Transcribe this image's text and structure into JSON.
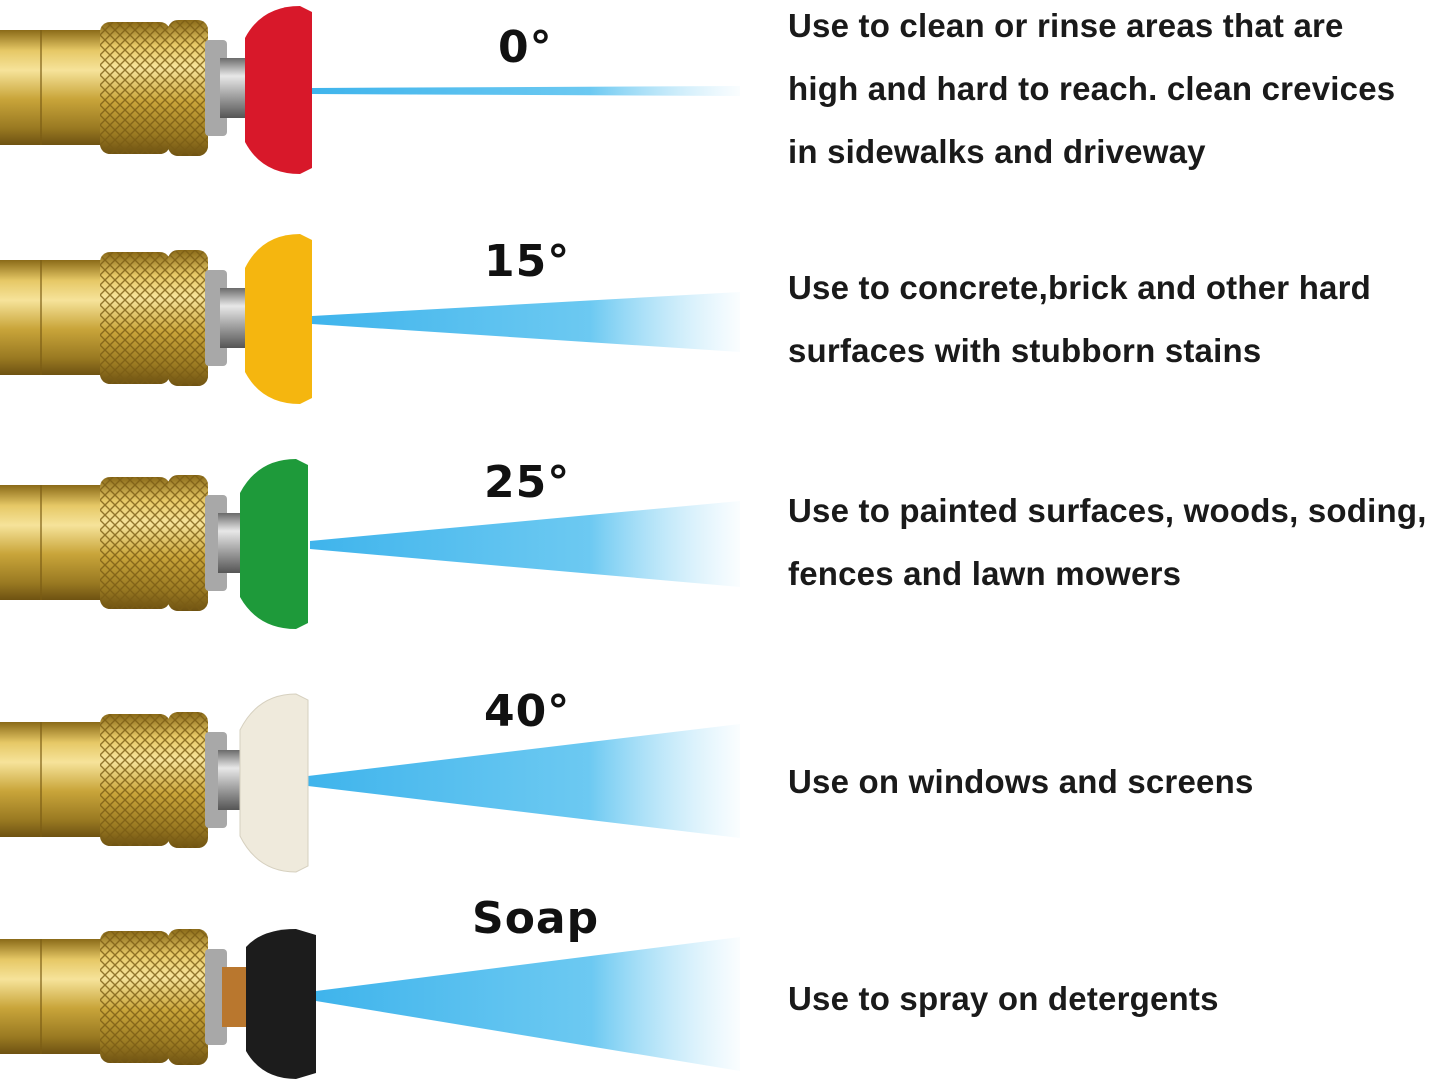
{
  "nozzles": [
    {
      "label": "0°",
      "color": "#d8182a",
      "description": [
        "Use to clean or rinse areas that are",
        "high and hard to reach. clean crevices",
        "in sidewalks and driveway"
      ]
    },
    {
      "label": "15°",
      "color": "#f5b60f",
      "description": [
        "Use to concrete,brick and other hard",
        "surfaces with stubborn stains"
      ]
    },
    {
      "label": "25°",
      "color": "#1e9a3a",
      "description": [
        "Use to painted surfaces, woods, soding,",
        "fences and lawn mowers"
      ]
    },
    {
      "label": "40°",
      "color": "#efeadc",
      "description": [
        "Use on windows and screens"
      ]
    },
    {
      "label": "Soap",
      "color": "#1c1c1c",
      "description": [
        "Use to spray on detergents"
      ]
    }
  ],
  "spray_color": "#3fb4ec",
  "brass_color": "#c9a53a"
}
